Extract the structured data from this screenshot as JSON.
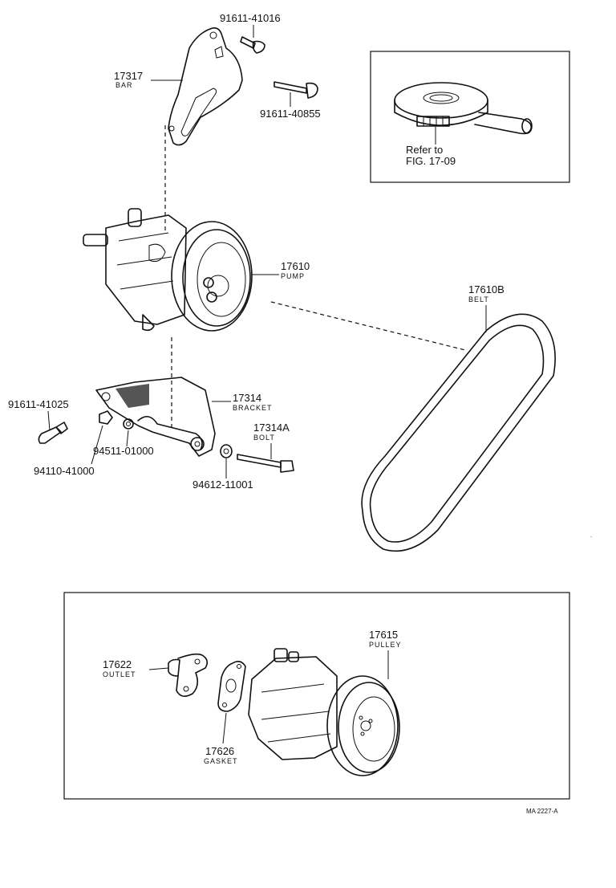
{
  "diagram_id": "MA 2227-A",
  "parts": {
    "bar": {
      "number": "17317",
      "name": "BAR"
    },
    "bolt_top_1": {
      "number": "91611-41016"
    },
    "bolt_top_2": {
      "number": "91611-40855"
    },
    "pump": {
      "number": "17610",
      "name": "PUMP"
    },
    "belt": {
      "number": "17610B",
      "name": "BELT"
    },
    "bolt_left": {
      "number": "91611-41025"
    },
    "bracket": {
      "number": "17314",
      "name": "BRACKET"
    },
    "bracket_bolt": {
      "number": "17314A",
      "name": "BOLT"
    },
    "washer_1": {
      "number": "94511-01000"
    },
    "nut": {
      "number": "94110-41000"
    },
    "washer_2": {
      "number": "94612-11001"
    },
    "outlet": {
      "number": "17622",
      "name": "OUTLET"
    },
    "gasket": {
      "number": "17626",
      "name": "GASKET"
    },
    "pulley": {
      "number": "17615",
      "name": "PULLEY"
    }
  },
  "reference": {
    "line1": "Refer to",
    "line2": "FIG. 17-09"
  }
}
